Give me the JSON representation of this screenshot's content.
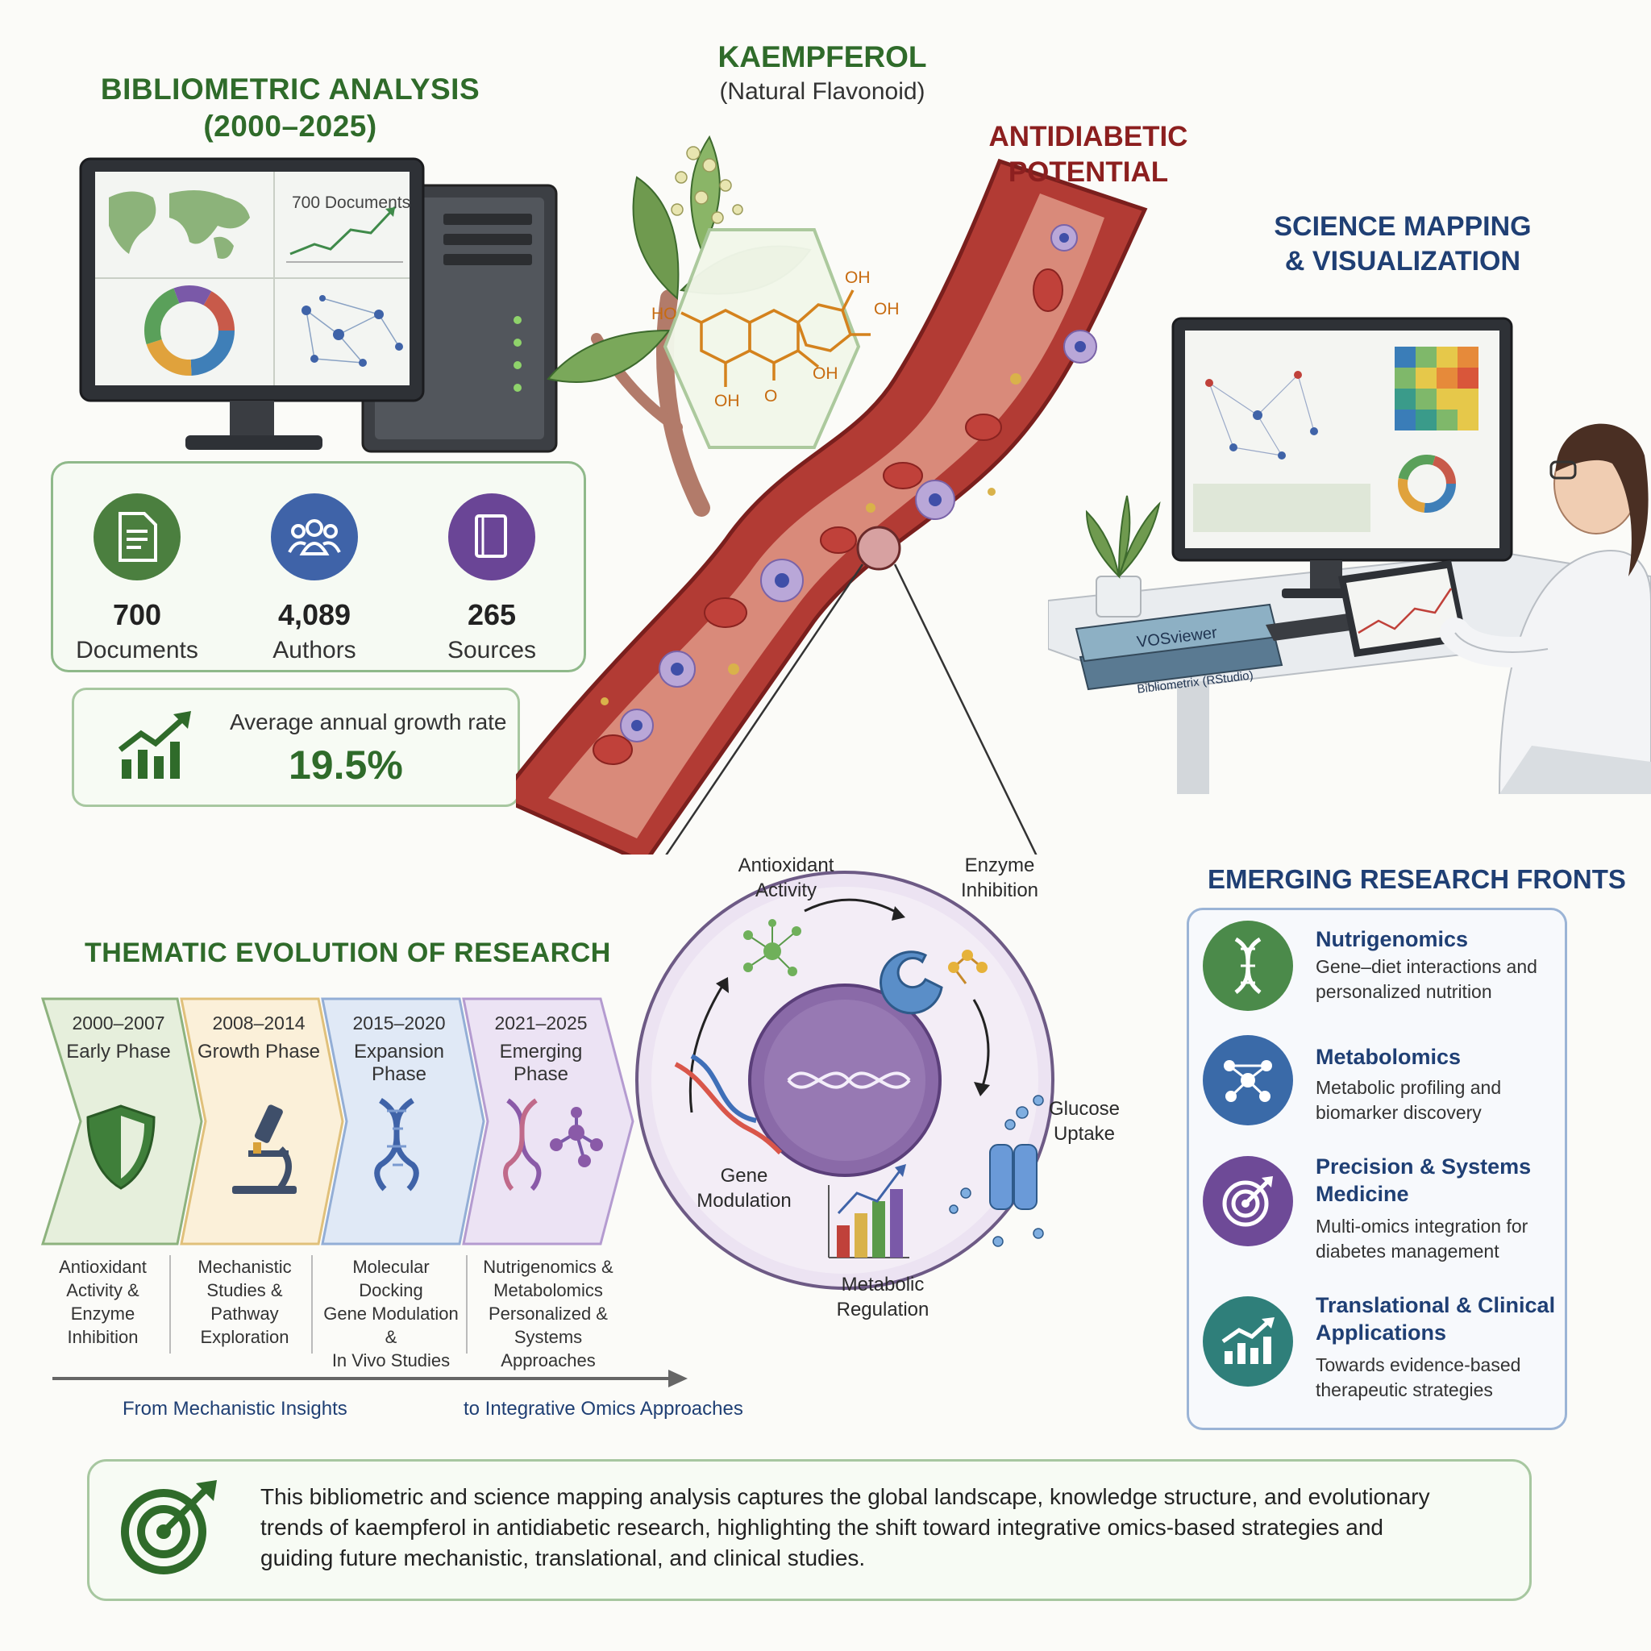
{
  "bibliometric": {
    "title_line1": "BIBLIOMETRIC ANALYSIS",
    "title_line2": "(2000–2025)",
    "monitor_label": "700 Documents",
    "stats": [
      {
        "value": "700",
        "label": "Documents",
        "icon": "document-icon",
        "color": "#4b7f3f"
      },
      {
        "value": "4,089",
        "label": "Authors",
        "icon": "authors-icon",
        "color": "#3f63a8"
      },
      {
        "value": "265",
        "label": "Sources",
        "icon": "book-icon",
        "color": "#6a4596"
      }
    ],
    "growth_label": "Average annual growth rate",
    "growth_value": "19.5%"
  },
  "kaempferol": {
    "title": "KAEMPFEROL",
    "subtitle": "(Natural Flavonoid)",
    "oh": "OH",
    "ho": "HO",
    "o": "O"
  },
  "antidiabetic": {
    "line1": "ANTIDIABETIC",
    "line2": "POTENTIAL"
  },
  "science_mapping": {
    "line1": "SCIENCE MAPPING",
    "line2": "& VISUALIZATION",
    "book1": "VOSviewer",
    "book2": "Bibliometrix (RStudio)"
  },
  "cell": {
    "antioxidant": "Antioxidant Activity",
    "enzyme": "Enzyme Inhibition",
    "glucose": "Glucose Uptake",
    "metabolic": "Metabolic Regulation",
    "gene": "Gene Modulation"
  },
  "thematic": {
    "title": "THEMATIC EVOLUTION OF RESEARCH",
    "phases": [
      {
        "dates": "2000–2007",
        "phase": "Early Phase",
        "desc": [
          "Antioxidant",
          "Activity &",
          "Enzyme",
          "Inhibition"
        ],
        "color": "#e6efdc",
        "stroke": "#8db27e",
        "icon": "shield-icon"
      },
      {
        "dates": "2008–2014",
        "phase": "Growth Phase",
        "desc": [
          "Mechanistic",
          "Studies &",
          "Pathway",
          "Exploration"
        ],
        "color": "#fbf0d9",
        "stroke": "#e0c07a",
        "icon": "microscope-icon"
      },
      {
        "dates": "2015–2020",
        "phase": "Expansion Phase",
        "desc": [
          "Molecular Docking",
          "Gene Modulation &",
          "In Vivo Studies"
        ],
        "color": "#e0e9f6",
        "stroke": "#93aed6",
        "icon": "dna-icon"
      },
      {
        "dates": "2021–2025",
        "phase": "Emerging Phase",
        "desc": [
          "Nutrigenomics &",
          "Metabolomics",
          "Personalized &",
          "Systems Approaches"
        ],
        "color": "#ece3f4",
        "stroke": "#b49bd0",
        "icon": "dna-molecule-icon"
      }
    ],
    "arrow_left": "From Mechanistic Insights",
    "arrow_right": "to Integrative Omics Approaches"
  },
  "fronts": {
    "title": "EMERGING RESEARCH FRONTS",
    "items": [
      {
        "title": [
          "Nutrigenomics"
        ],
        "desc": [
          "Gene–diet interactions and",
          "personalized nutrition"
        ],
        "color": "#4b8a4a",
        "icon": "dna-icon"
      },
      {
        "title": [
          "Metabolomics"
        ],
        "desc": [
          "Metabolic profiling and",
          "biomarker discovery"
        ],
        "color": "#3a6aa8",
        "icon": "network-icon"
      },
      {
        "title": [
          "Precision & Systems",
          "Medicine"
        ],
        "desc": [
          "Multi-omics integration for",
          "diabetes management"
        ],
        "color": "#6e4a97",
        "icon": "target-icon"
      },
      {
        "title": [
          "Translational & Clinical",
          "Applications"
        ],
        "desc": [
          "Towards evidence-based",
          "therapeutic strategies"
        ],
        "color": "#2f7f7a",
        "icon": "growth-chart-icon"
      }
    ]
  },
  "summary": {
    "text_lines": [
      "This bibliometric and science mapping analysis captures the global landscape, knowledge structure, and evolutionary",
      "trends of kaempferol in antidiabetic research, highlighting the shift toward integrative omics-based strategies and",
      "guiding future mechanistic, translational, and clinical studies."
    ]
  }
}
